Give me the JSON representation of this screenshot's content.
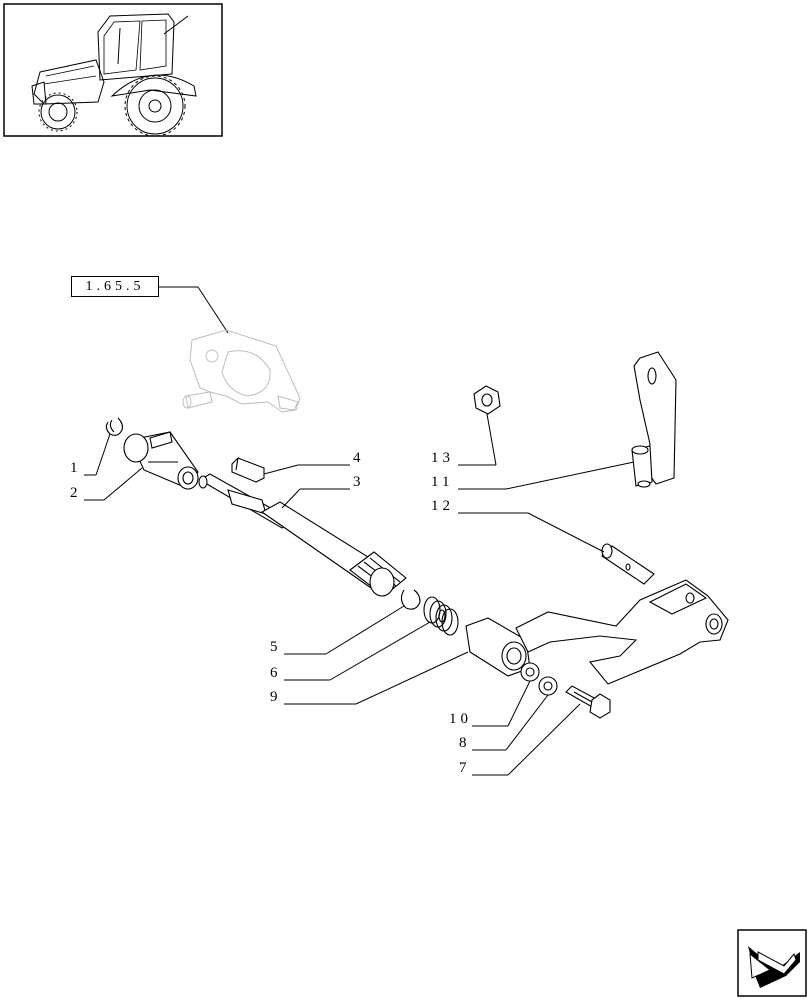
{
  "diagram": {
    "reference_code": "1.65.5",
    "callouts": [
      {
        "id": "c1",
        "text": "1"
      },
      {
        "id": "c2",
        "text": "2"
      },
      {
        "id": "c3",
        "text": "3"
      },
      {
        "id": "c4",
        "text": "4"
      },
      {
        "id": "c5",
        "text": "5"
      },
      {
        "id": "c6",
        "text": "6"
      },
      {
        "id": "c7",
        "text": "7"
      },
      {
        "id": "c8",
        "text": "8"
      },
      {
        "id": "c9",
        "text": "9"
      },
      {
        "id": "c10",
        "text": "10"
      },
      {
        "id": "c11",
        "text": "11"
      },
      {
        "id": "c12",
        "text": "12"
      },
      {
        "id": "c13",
        "text": "13"
      }
    ]
  },
  "icons": {
    "thumbnail": "tractor-thumbnail-icon",
    "navigation": "next-page-arrow-icon"
  }
}
